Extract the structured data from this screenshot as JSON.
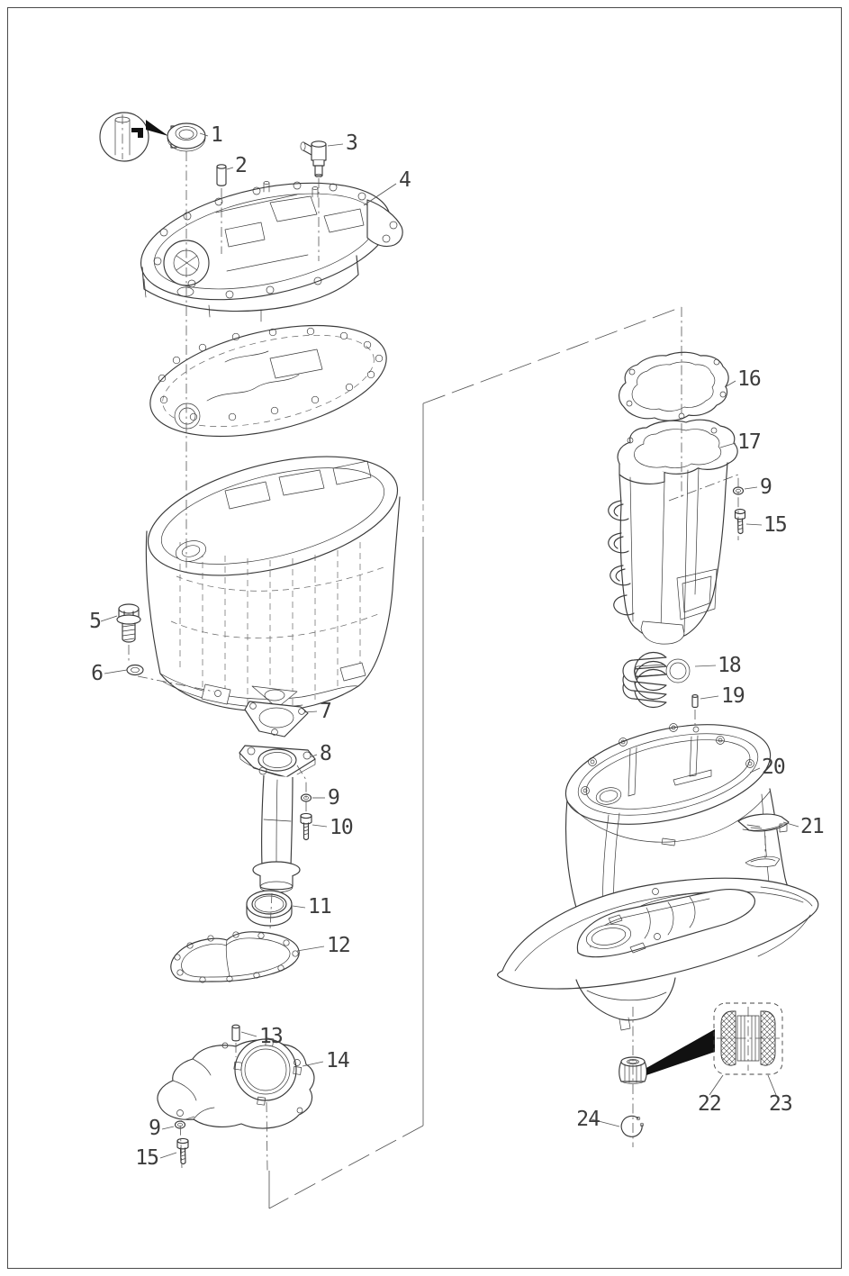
{
  "page": {
    "colors": {
      "background": "#ffffff",
      "line": "#3a3a3a",
      "black": "#111111",
      "frame": "#4a4a4a"
    }
  },
  "diagram": {
    "type": "exploded-parts-diagram",
    "callouts": [
      {
        "text": "1",
        "part": "oil-seal"
      },
      {
        "text": "2",
        "part": "dowel-pin"
      },
      {
        "text": "3",
        "part": "fitting"
      },
      {
        "text": "4",
        "part": "exhaust-guide"
      },
      {
        "text": "5",
        "part": "flange-bolt"
      },
      {
        "text": "6",
        "part": "washer"
      },
      {
        "text": "7",
        "part": "gasket"
      },
      {
        "text": "8",
        "part": "exhaust-pipe"
      },
      {
        "text": "9",
        "part": "washer"
      },
      {
        "text": "10",
        "part": "bolt"
      },
      {
        "text": "11",
        "part": "seal-ring"
      },
      {
        "text": "12",
        "part": "gasket"
      },
      {
        "text": "13",
        "part": "dowel-pin"
      },
      {
        "text": "14",
        "part": "exhaust-plate"
      },
      {
        "text": "9",
        "part": "washer"
      },
      {
        "text": "15",
        "part": "bolt"
      },
      {
        "text": "16",
        "part": "gasket"
      },
      {
        "text": "17",
        "part": "muffler"
      },
      {
        "text": "9",
        "part": "washer"
      },
      {
        "text": "15",
        "part": "bolt"
      },
      {
        "text": "18",
        "part": "seal-damper"
      },
      {
        "text": "19",
        "part": "dowel-pin"
      },
      {
        "text": "20",
        "part": "lower-casing"
      },
      {
        "text": "21",
        "part": "anode"
      },
      {
        "text": "22",
        "part": "mount-damper"
      },
      {
        "text": "23",
        "part": "mount-cross-section"
      },
      {
        "text": "24",
        "part": "circlip"
      }
    ]
  }
}
